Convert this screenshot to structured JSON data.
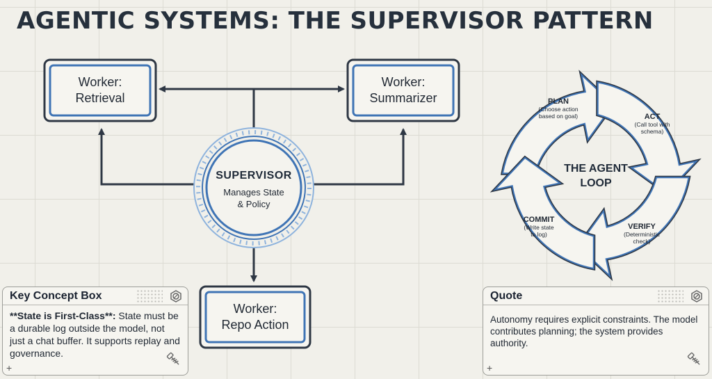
{
  "title": "AGENTIC SYSTEMS: THE SUPERVISOR PATTERN",
  "supervisor": {
    "title": "SUPERVISOR",
    "subtitle_line1": "Manages State",
    "subtitle_line2": "& Policy"
  },
  "workers": {
    "retrieval": {
      "line1": "Worker:",
      "line2": "Retrieval"
    },
    "summarizer": {
      "line1": "Worker:",
      "line2": "Summarizer"
    },
    "repo_action": {
      "line1": "Worker:",
      "line2": "Repo Action"
    }
  },
  "agent_loop": {
    "center_line1": "THE AGENT",
    "center_line2": "LOOP",
    "plan": {
      "title": "PLAN",
      "sub1": "(Choose action",
      "sub2": "based on goal)"
    },
    "act": {
      "title": "ACT",
      "sub1": "(Call tool with",
      "sub2": "schema)"
    },
    "verify": {
      "title": "VERIFY",
      "sub1": "(Deterministic",
      "sub2": "check)"
    },
    "commit": {
      "title": "COMMIT",
      "sub1": "(Write state",
      "sub2": "to log)"
    }
  },
  "key_concept": {
    "header": "Key Concept Box",
    "bold_text": "**State is First-Class**:",
    "body_text": " State must be a durable log outside the model, not just a chat buffer. It supports replay and governance."
  },
  "quote": {
    "header": "Quote",
    "body": "Autonomy requires explicit constraints. The model contributes planning; the system provides authority."
  },
  "colors": {
    "dark_line": "#2e3744",
    "accent_blue": "#3f74b5",
    "light_blue": "#8eb3dd",
    "background": "#f1f0ea"
  },
  "icons": [
    "hex-nut-icon",
    "screw-icon",
    "plus-icon"
  ]
}
